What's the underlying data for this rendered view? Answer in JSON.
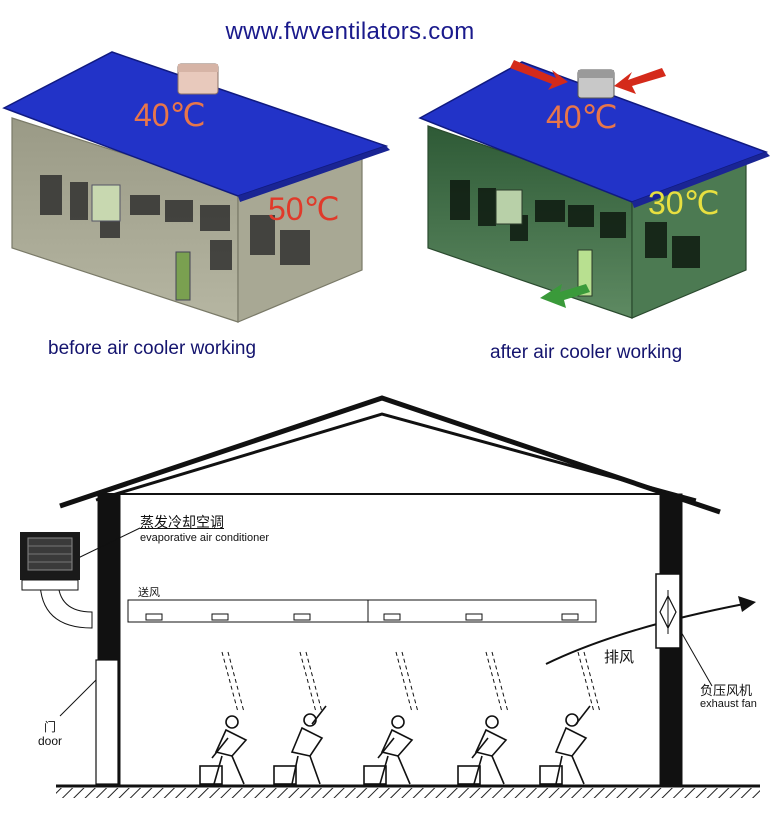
{
  "site_url": "www.fwventilators.com",
  "before": {
    "caption": "before air cooler working",
    "outdoor_temp": "40℃",
    "indoor_temp": "50℃"
  },
  "after": {
    "caption": "after air cooler working",
    "outdoor_temp": "40℃",
    "indoor_temp": "30℃"
  },
  "diagram": {
    "unit_label_cn": "蒸发冷却空调",
    "unit_label_en": "evaporative air conditioner",
    "supply_air_cn": "送风",
    "exhaust_air_cn": "排风",
    "exhaust_fan_cn": "负压风机",
    "exhaust_fan_en": "exhaust fan",
    "door_cn": "门",
    "door_en": "door"
  },
  "colors": {
    "roof": "#2233c8",
    "before_temp": "#e8764a",
    "before_indoor_temp": "#e03a2a",
    "after_temp": "#e8764a",
    "after_indoor_temp": "#e8e040",
    "arrow_red": "#d42a1a",
    "arrow_green": "#3a9a3a"
  }
}
